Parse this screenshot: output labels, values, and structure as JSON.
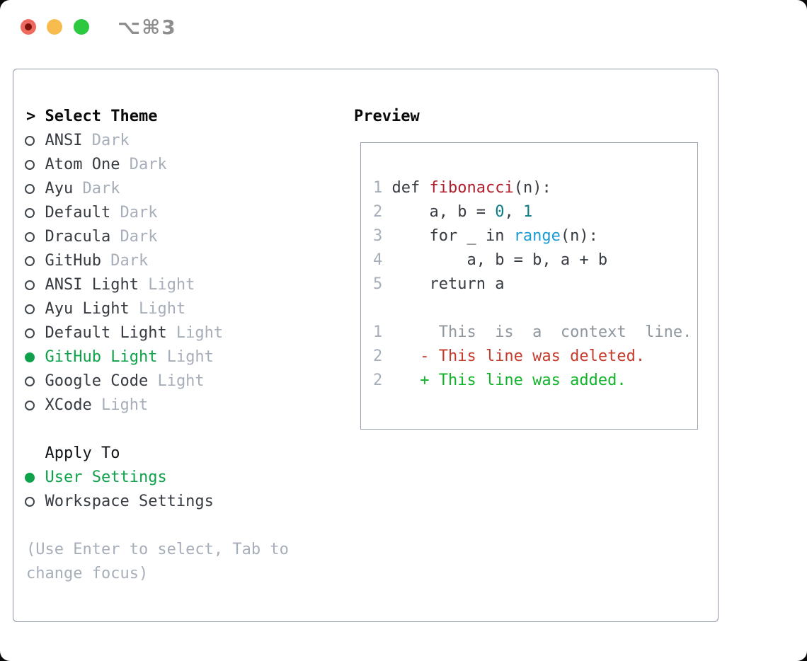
{
  "window": {
    "title": "⌥⌘3",
    "traffic_lights": [
      {
        "name": "close",
        "color_key": "traffic_red"
      },
      {
        "name": "minimize",
        "color_key": "traffic_yellow"
      },
      {
        "name": "zoom",
        "color_key": "traffic_green"
      }
    ]
  },
  "colors": {
    "selected_green": "#0fa24b",
    "added_green": "#12b42b",
    "deleted_red": "#c53b2c",
    "function_red": "#b01f2d",
    "builtin_blue": "#1b9ad3",
    "number_teal": "#0b7c83",
    "context_gray": "#8f979f",
    "muted_gray": "#a6aeb9",
    "text_dark": "#363b42",
    "header_black": "#0a0a0a",
    "panel_border": "#8e98a6",
    "preview_border": "#9aa3b0",
    "traffic_red": "#ee6a5e",
    "traffic_yellow": "#f6bd4e",
    "traffic_green": "#2bc840",
    "title_gray": "#8e8e8e"
  },
  "picker": {
    "prompt": ">",
    "header": "Select Theme",
    "themes": [
      {
        "name": "ANSI",
        "variant": "Dark",
        "selected": false
      },
      {
        "name": "Atom One",
        "variant": "Dark",
        "selected": false
      },
      {
        "name": "Ayu",
        "variant": "Dark",
        "selected": false
      },
      {
        "name": "Default",
        "variant": "Dark",
        "selected": false
      },
      {
        "name": "Dracula",
        "variant": "Dark",
        "selected": false
      },
      {
        "name": "GitHub",
        "variant": "Dark",
        "selected": false
      },
      {
        "name": "ANSI Light",
        "variant": "Light",
        "selected": false
      },
      {
        "name": "Ayu Light",
        "variant": "Light",
        "selected": false
      },
      {
        "name": "Default Light",
        "variant": "Light",
        "selected": false
      },
      {
        "name": "GitHub Light",
        "variant": "Light",
        "selected": true
      },
      {
        "name": "Google Code",
        "variant": "Light",
        "selected": false
      },
      {
        "name": "XCode",
        "variant": "Light",
        "selected": false
      }
    ],
    "apply_to": {
      "header": "Apply To",
      "options": [
        {
          "name": "User Settings",
          "selected": true
        },
        {
          "name": "Workspace Settings",
          "selected": false
        }
      ]
    },
    "help_lines": [
      "(Use Enter to select, Tab to",
      "change focus)"
    ]
  },
  "preview": {
    "title": "Preview",
    "lines": [
      [
        [
          "ln",
          "1"
        ],
        [
          "code",
          " def "
        ],
        [
          "func",
          "fibonacci"
        ],
        [
          "code",
          "(n):"
        ]
      ],
      [
        [
          "ln",
          "2"
        ],
        [
          "code",
          "     a, b = "
        ],
        [
          "num",
          "0"
        ],
        [
          "code",
          ", "
        ],
        [
          "num",
          "1"
        ]
      ],
      [
        [
          "ln",
          "3"
        ],
        [
          "code",
          "     for _ in "
        ],
        [
          "builtin",
          "range"
        ],
        [
          "code",
          "(n):"
        ]
      ],
      [
        [
          "ln",
          "4"
        ],
        [
          "code",
          "         a, b = b, a + b"
        ]
      ],
      [
        [
          "ln",
          "5"
        ],
        [
          "code",
          "     return a"
        ]
      ],
      [],
      [
        [
          "ln",
          "1"
        ],
        [
          "ctx",
          "      This  is  a  context  line."
        ]
      ],
      [
        [
          "ln",
          "2"
        ],
        [
          "del",
          "    - This line was deleted."
        ]
      ],
      [
        [
          "ln",
          "2"
        ],
        [
          "add",
          "    + This line was added."
        ]
      ]
    ]
  }
}
